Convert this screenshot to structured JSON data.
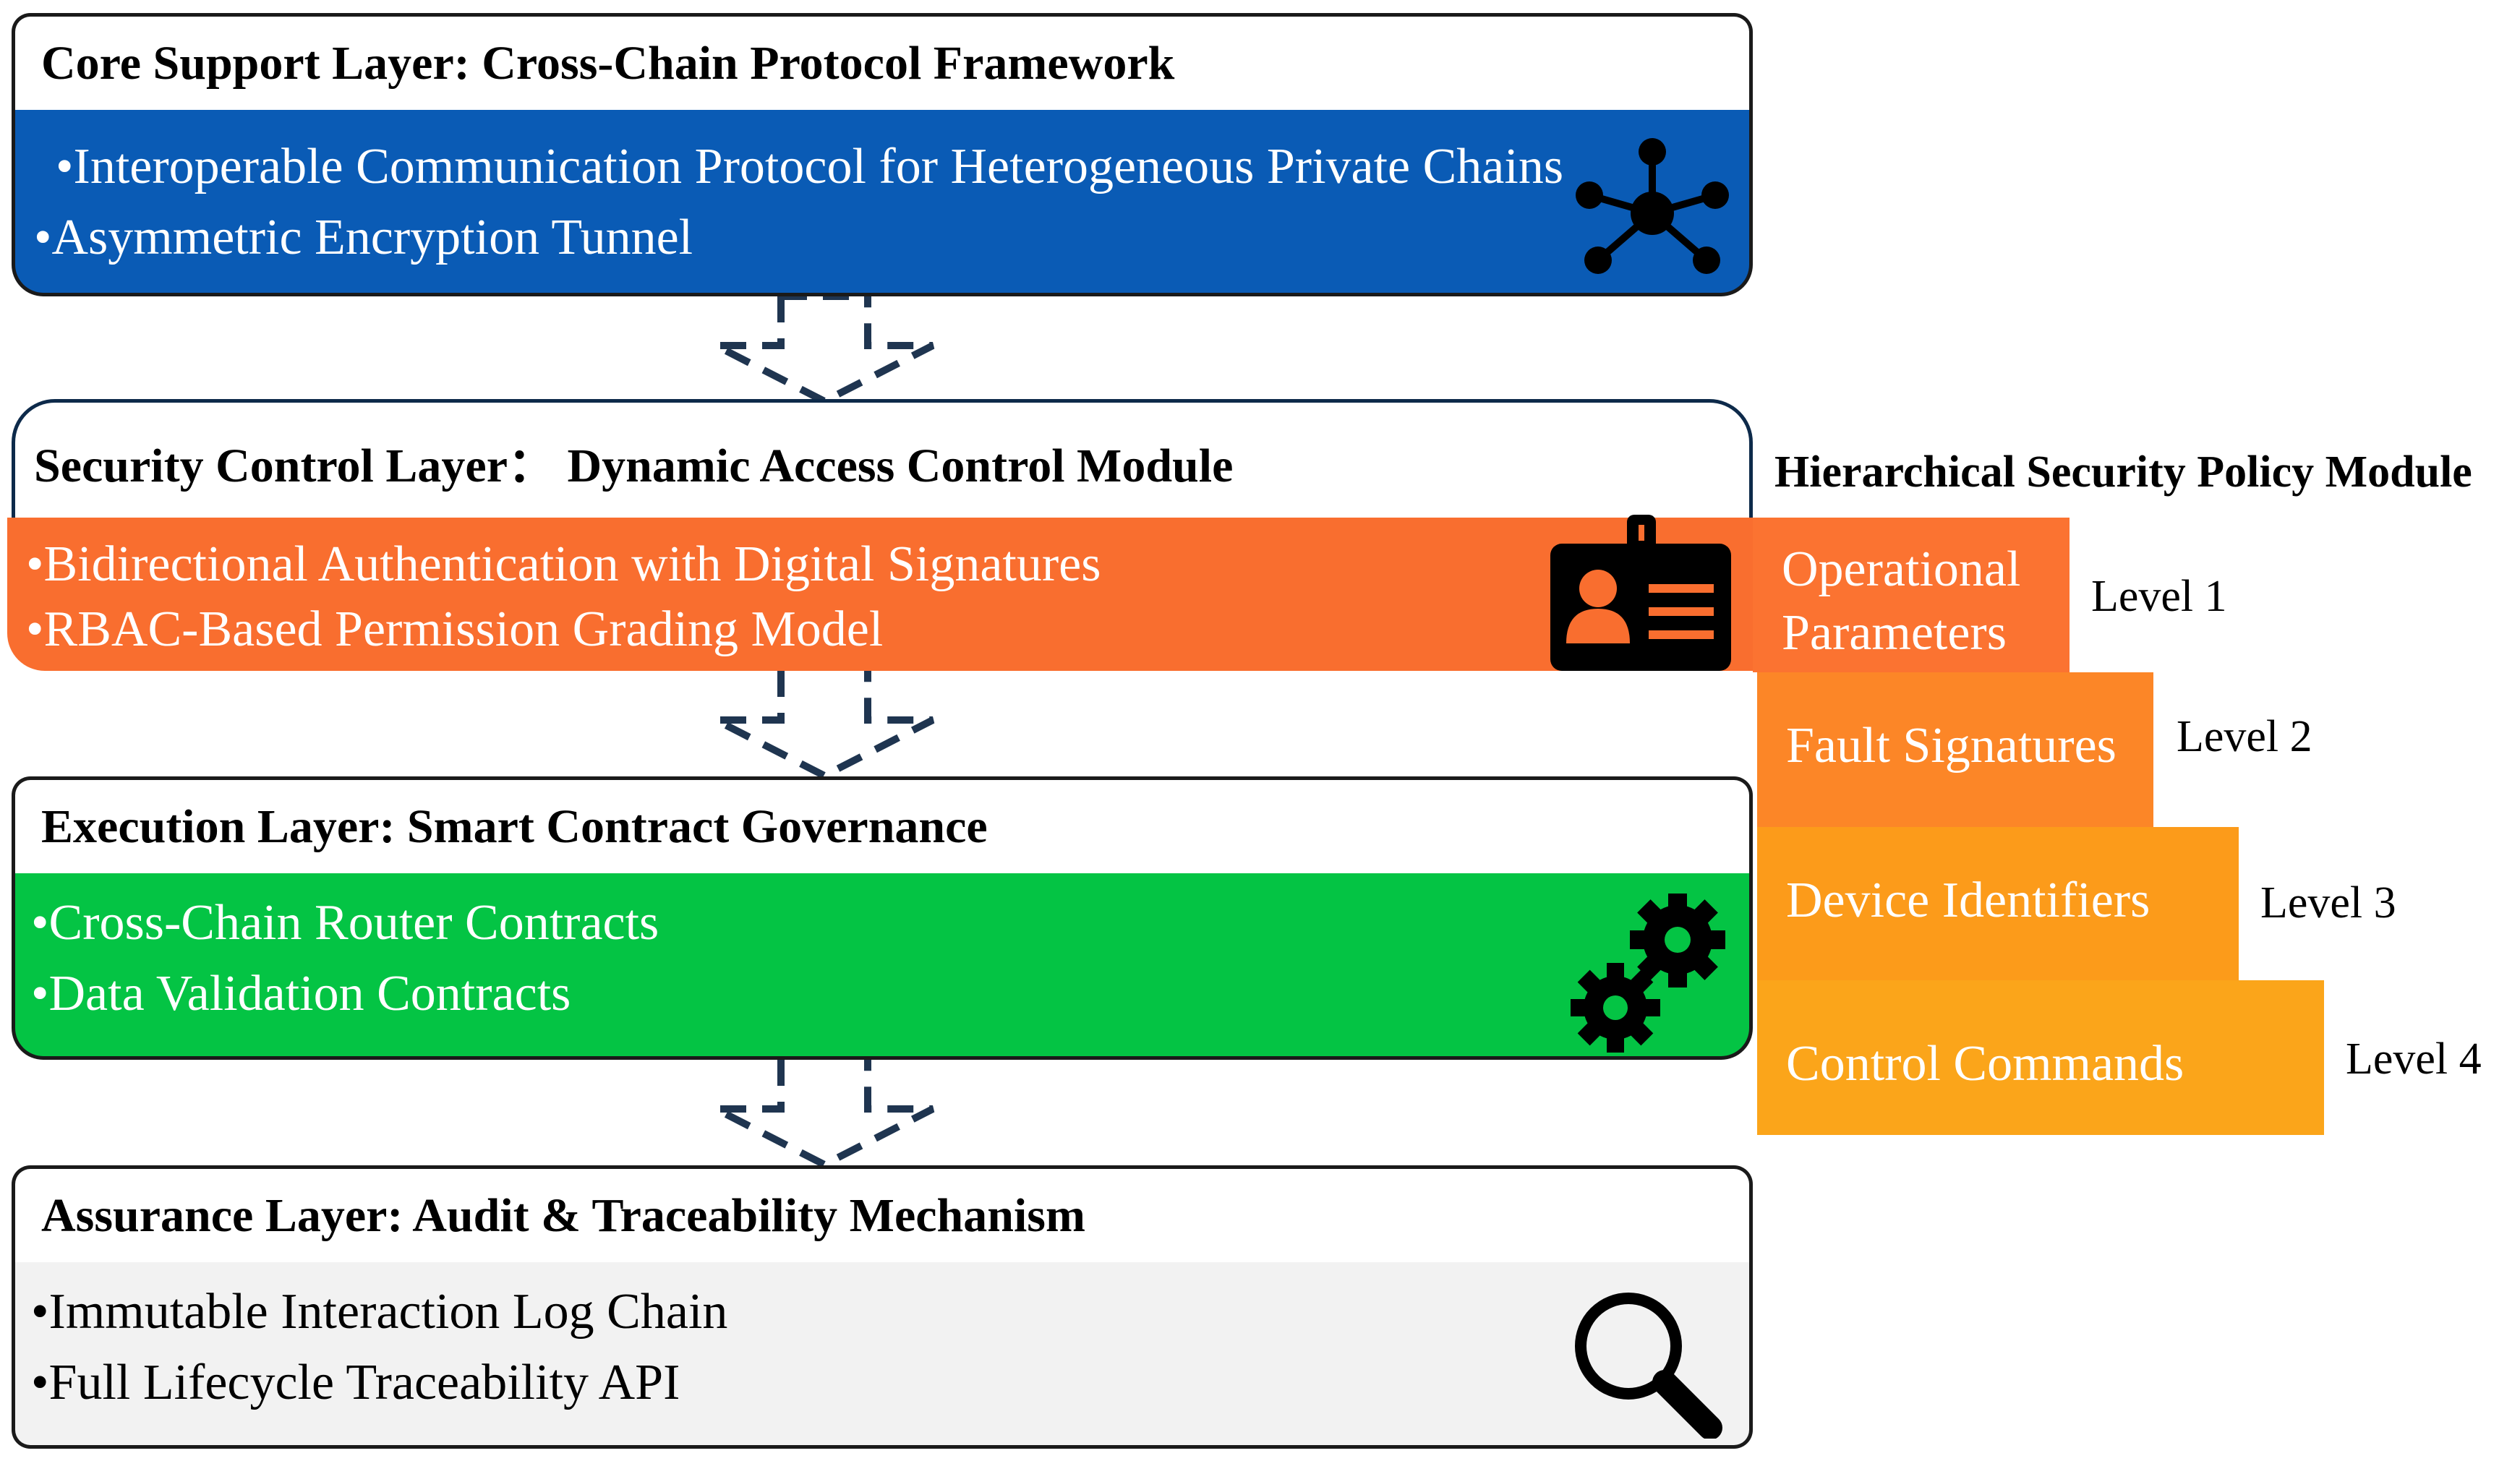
{
  "core_layer": {
    "title": "Core Support Layer: Cross-Chain Protocol Framework",
    "items": [
      "•Interoperable Communication Protocol for Heterogeneous Private Chains",
      "•Asymmetric Encryption Tunnel"
    ],
    "color": "#0a5bb5",
    "icon": "network-hub-icon"
  },
  "security_layer": {
    "title": "Security Control Layer： Dynamic Access Control Module",
    "items": [
      "•Bidirectional Authentication with Digital Signatures",
      "•RBAC-Based Permission Grading Model"
    ],
    "color": "#f96e2f",
    "icon": "id-badge-icon"
  },
  "execution_layer": {
    "title": "Execution Layer: Smart Contract Governance",
    "items": [
      "•Cross-Chain Router Contracts",
      "•Data Validation Contracts"
    ],
    "color": "#04c444",
    "icon": "gears-icon"
  },
  "assurance_layer": {
    "title": "Assurance Layer: Audit & Traceability Mechanism",
    "items": [
      "•Immutable Interaction Log Chain",
      "•Full Lifecycle Traceability API"
    ],
    "color": "#f2f2f2",
    "icon": "magnifier-icon"
  },
  "policy_module": {
    "title": "Hierarchical Security Policy Module",
    "tiers": [
      {
        "label_line1": "Operational",
        "label_line2": "Parameters",
        "level": "Level 1",
        "color": "#fb7331"
      },
      {
        "label_line1": "Fault Signatures",
        "label_line2": "",
        "level": "Level 2",
        "color": "#fc8627"
      },
      {
        "label_line1": "Device Identifiers",
        "label_line2": "",
        "level": "Level 3",
        "color": "#fc9b1a"
      },
      {
        "label_line1": "Control Commands",
        "label_line2": "",
        "level": "Level 4",
        "color": "#fba51a"
      }
    ]
  },
  "arrow_color": "#1f3550"
}
